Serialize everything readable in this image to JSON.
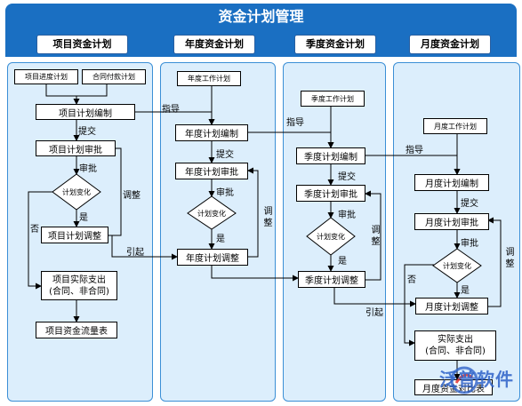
{
  "title": "资金计划管理",
  "columns": [
    "项目资金计划",
    "年度资金计划",
    "季度资金计划",
    "月度资金计划"
  ],
  "project": {
    "progress_plan": "项目进度计划",
    "contract_pay_plan": "合同付款计划",
    "compile": "项目计划编制",
    "approve": "项目计划审批",
    "adjust": "项目计划调整",
    "actual_1": "项目实际支出",
    "actual_2": "(合同、非合同)",
    "cashflow": "项目资金流量表",
    "change": "计划变化"
  },
  "annual": {
    "work_plan": "年度工作计划",
    "compile": "年度计划编制",
    "approve": "年度计划审批",
    "adjust": "年度计划调整",
    "change": "计划变化"
  },
  "quarter": {
    "work_plan": "季度工作计划",
    "compile": "季度计划编制",
    "approve": "季度计划审批",
    "adjust": "季度计划调整",
    "change": "计划变化"
  },
  "month": {
    "work_plan": "月度工作计划",
    "compile": "月度计划编制",
    "approve": "月度计划审批",
    "adjust": "月度计划调整",
    "actual_1": "实际支出",
    "actual_2": "(合同、非合同)",
    "compare": "月度资金对比表",
    "change": "计划变化"
  },
  "labels": {
    "guide": "指导",
    "submit": "提交",
    "approve": "审批",
    "adjust": "调整",
    "yes": "是",
    "no": "否",
    "trigger": "引起"
  },
  "logo_text": "泛普软件",
  "colors": {
    "header": "#1a6fc2",
    "panel": "#dceefc",
    "panel_border": "#3b8fd6"
  }
}
